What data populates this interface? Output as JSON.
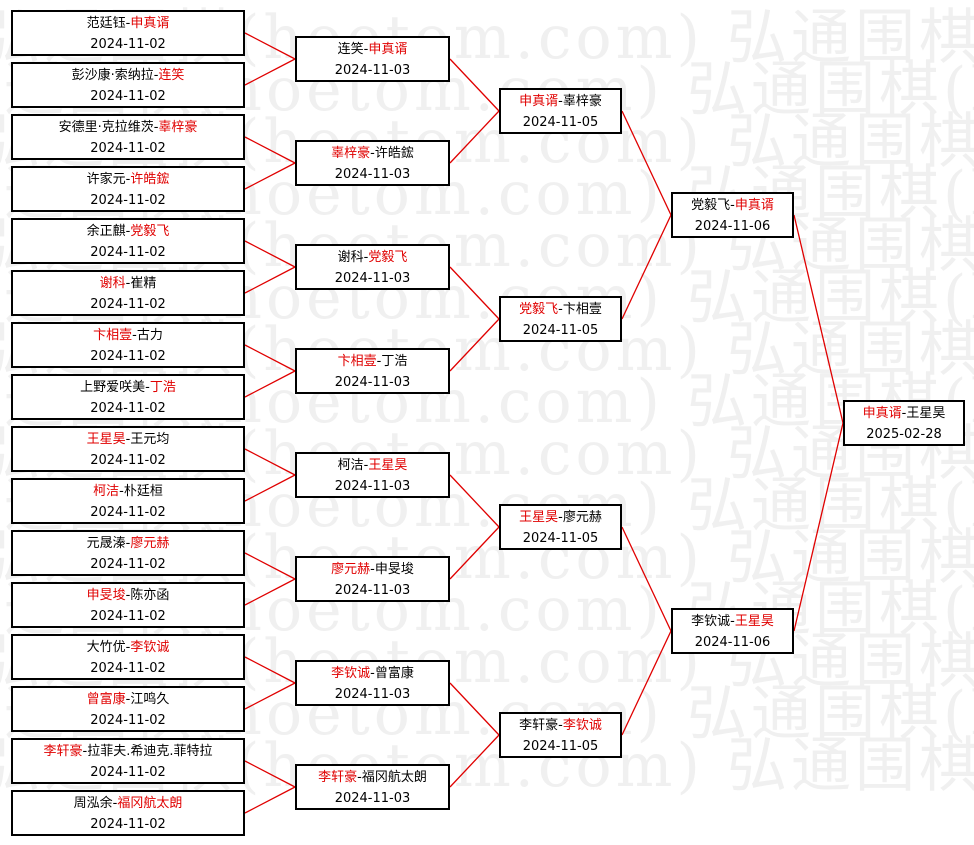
{
  "watermark": "弘通围棋(hoetom.com)",
  "colors": {
    "winner": "#e00000",
    "connector": "#e00000",
    "border": "#000000"
  },
  "rounds": [
    [
      {
        "p1": "范廷钰",
        "p2": "申真谞",
        "winner": 2,
        "date": "2024-11-02"
      },
      {
        "p1": "彭沙康·索纳拉",
        "p2": "连笑",
        "winner": 2,
        "date": "2024-11-02"
      },
      {
        "p1": "安德里·克拉维茨",
        "p2": "辜梓豪",
        "winner": 2,
        "date": "2024-11-02"
      },
      {
        "p1": "许家元",
        "p2": "许皓鋐",
        "winner": 2,
        "date": "2024-11-02"
      },
      {
        "p1": "余正麒",
        "p2": "党毅飞",
        "winner": 2,
        "date": "2024-11-02"
      },
      {
        "p1": "谢科",
        "p2": "崔精",
        "winner": 1,
        "date": "2024-11-02"
      },
      {
        "p1": "卞相壹",
        "p2": "古力",
        "winner": 1,
        "date": "2024-11-02"
      },
      {
        "p1": "上野爱咲美",
        "p2": "丁浩",
        "winner": 2,
        "date": "2024-11-02"
      },
      {
        "p1": "王星昊",
        "p2": "王元均",
        "winner": 1,
        "date": "2024-11-02"
      },
      {
        "p1": "柯洁",
        "p2": "朴廷桓",
        "winner": 1,
        "date": "2024-11-02"
      },
      {
        "p1": "元晟溱",
        "p2": "廖元赫",
        "winner": 2,
        "date": "2024-11-02"
      },
      {
        "p1": "申旻埈",
        "p2": "陈亦函",
        "winner": 1,
        "date": "2024-11-02"
      },
      {
        "p1": "大竹优",
        "p2": "李钦诚",
        "winner": 2,
        "date": "2024-11-02"
      },
      {
        "p1": "曾富康",
        "p2": "江鸣久",
        "winner": 1,
        "date": "2024-11-02"
      },
      {
        "p1": "李轩豪",
        "p2": "拉菲夫.希迪克.菲特拉",
        "winner": 1,
        "date": "2024-11-02"
      },
      {
        "p1": "周泓余",
        "p2": "福冈航太朗",
        "winner": 2,
        "date": "2024-11-02"
      }
    ],
    [
      {
        "p1": "连笑",
        "p2": "申真谞",
        "winner": 2,
        "date": "2024-11-03"
      },
      {
        "p1": "辜梓豪",
        "p2": "许皓鋐",
        "winner": 1,
        "date": "2024-11-03"
      },
      {
        "p1": "谢科",
        "p2": "党毅飞",
        "winner": 2,
        "date": "2024-11-03"
      },
      {
        "p1": "卞相壹",
        "p2": "丁浩",
        "winner": 1,
        "date": "2024-11-03"
      },
      {
        "p1": "柯洁",
        "p2": "王星昊",
        "winner": 2,
        "date": "2024-11-03"
      },
      {
        "p1": "廖元赫",
        "p2": "申旻埈",
        "winner": 1,
        "date": "2024-11-03"
      },
      {
        "p1": "李钦诚",
        "p2": "曾富康",
        "winner": 1,
        "date": "2024-11-03"
      },
      {
        "p1": "李轩豪",
        "p2": "福冈航太朗",
        "winner": 1,
        "date": "2024-11-03"
      }
    ],
    [
      {
        "p1": "申真谞",
        "p2": "辜梓豪",
        "winner": 1,
        "date": "2024-11-05"
      },
      {
        "p1": "党毅飞",
        "p2": "卞相壹",
        "winner": 1,
        "date": "2024-11-05"
      },
      {
        "p1": "王星昊",
        "p2": "廖元赫",
        "winner": 1,
        "date": "2024-11-05"
      },
      {
        "p1": "李轩豪",
        "p2": "李钦诚",
        "winner": 2,
        "date": "2024-11-05"
      }
    ],
    [
      {
        "p1": "党毅飞",
        "p2": "申真谞",
        "winner": 2,
        "date": "2024-11-06"
      },
      {
        "p1": "李钦诚",
        "p2": "王星昊",
        "winner": 2,
        "date": "2024-11-06"
      }
    ],
    [
      {
        "p1": "申真谞",
        "p2": "王星昊",
        "winner": 1,
        "date": "2025-02-28"
      }
    ]
  ]
}
